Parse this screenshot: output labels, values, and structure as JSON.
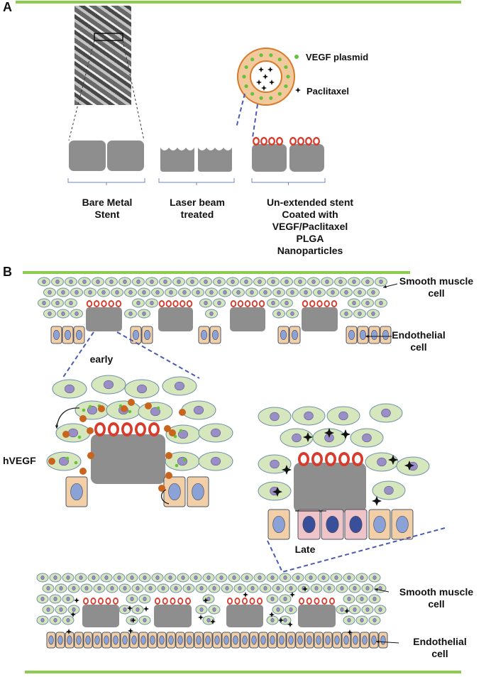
{
  "panels": {
    "a": "A",
    "b": "B"
  },
  "panel_a": {
    "legend": {
      "vegf": "VEGF plasmid",
      "paclitaxel": "Paclitaxel"
    },
    "labels": {
      "bare": [
        "Bare Metal",
        "Stent"
      ],
      "laser": [
        "Laser beam",
        "treated"
      ],
      "coated": [
        "Un-extended stent",
        "Coated with",
        "VEGF/Paclitaxel",
        "PLGA",
        "Nanoparticles"
      ]
    }
  },
  "panel_b": {
    "smooth_muscle": [
      "Smooth muscle",
      "cell"
    ],
    "endothelial": [
      "Endothelial",
      "cell"
    ],
    "early": "early",
    "late": "Late",
    "hvegf": "hVEGF"
  },
  "colors": {
    "green_line": "#8ccc4c",
    "muscle_fill": "#d6e6bd",
    "muscle_stroke": "#6f8fa8",
    "nucleus": "#9a8ec6",
    "endo_fill": "#f2cfa6",
    "endo_nucleus": "#8aa2d6",
    "pink_cell": "#efc4c8",
    "strut": "#8e8e8e",
    "nanoparticle": "#d83a2c",
    "vegf_dot": "#67c23a",
    "hvegf_dot": "#c8641e",
    "dash": "#4a5bb0"
  }
}
